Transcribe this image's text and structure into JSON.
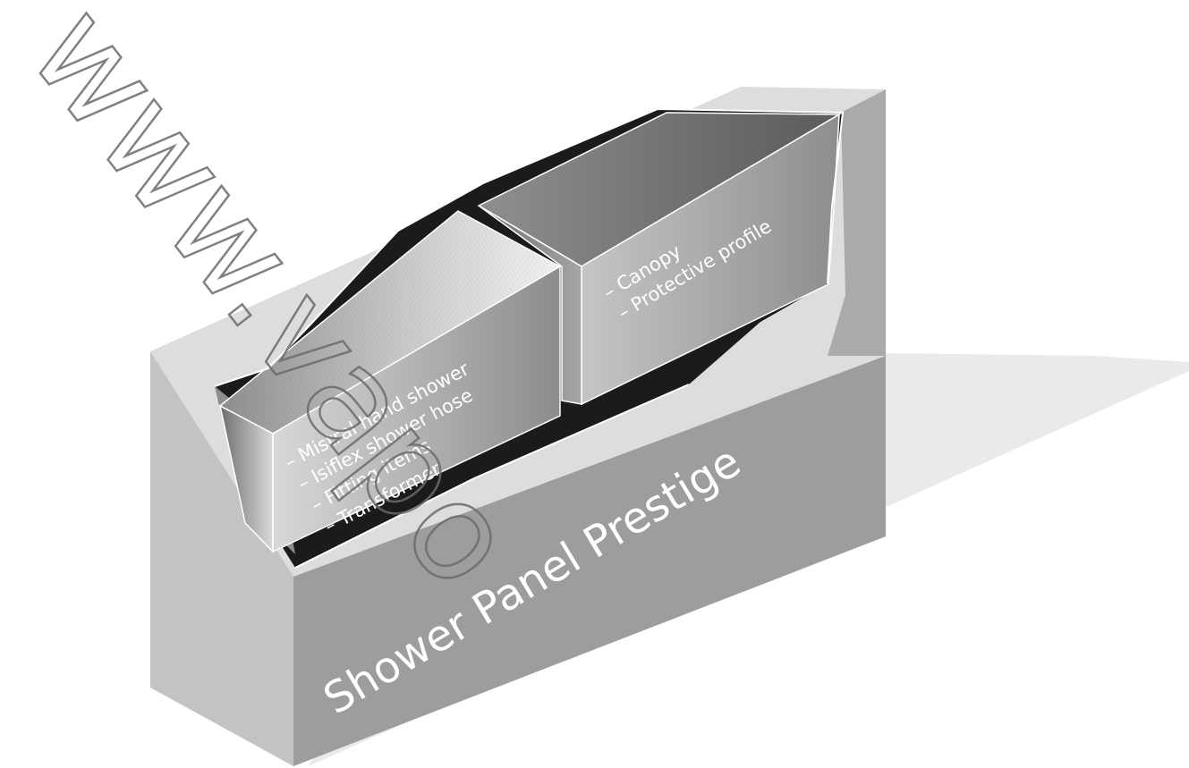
{
  "title": "Shower Panel Prestige",
  "box_left": {
    "items": [
      "– Mistral hand shower",
      "– Isiflex shower hose",
      "– Fitting items",
      "– Transformer"
    ]
  },
  "box_right": {
    "items": [
      "– Canopy",
      "– Protective profile"
    ]
  },
  "watermark": "www.vapo",
  "colors": {
    "shadow": "#e9eaea",
    "panel_top": "#dcdddd",
    "panel_side": "#bdbebe",
    "panel_front": "#9a9b9b",
    "cavity": "#1b1b1b",
    "outline": "#ffffff"
  }
}
